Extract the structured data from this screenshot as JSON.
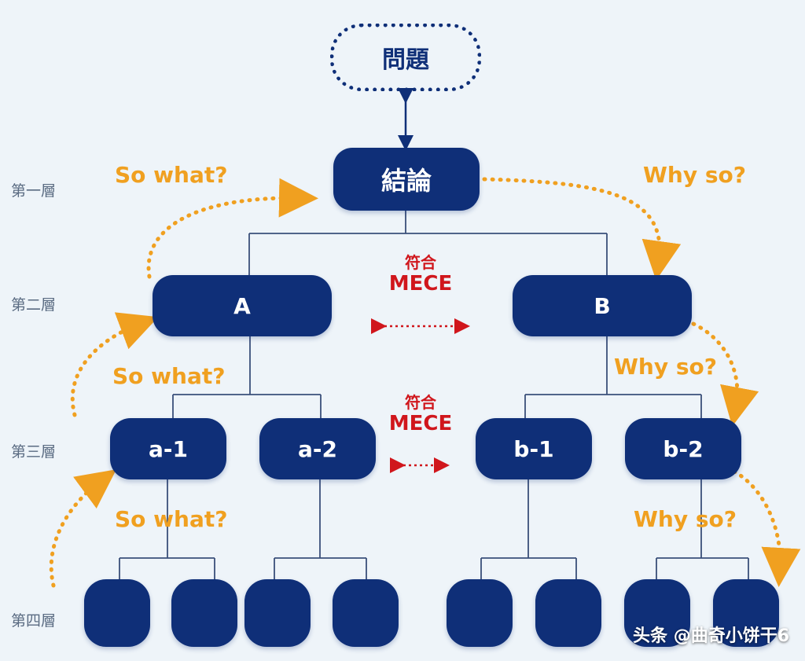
{
  "top": {
    "label": "問題"
  },
  "conclusion": {
    "label": "結論"
  },
  "layers": [
    "第一層",
    "第二層",
    "第三層",
    "第四層"
  ],
  "level2": [
    {
      "label": "A"
    },
    {
      "label": "B"
    }
  ],
  "level3": [
    {
      "label": "a-1"
    },
    {
      "label": "a-2"
    },
    {
      "label": "b-1"
    },
    {
      "label": "b-2"
    }
  ],
  "questions": {
    "so_what": "So what?",
    "why_so": "Why so?"
  },
  "mece": {
    "cn": "符合",
    "en": "MECE"
  },
  "watermark": "头条 @曲奇小饼干6",
  "colors": {
    "node": "#0f2f78",
    "arrow": "#f0a020",
    "mece": "#d0161c",
    "background": "#eef4f9"
  }
}
